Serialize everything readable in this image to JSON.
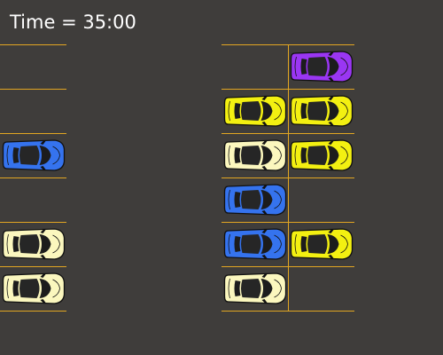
{
  "hud": {
    "timer": "Time = 35:00"
  },
  "colors": {
    "background": "#3f3d3b",
    "line": "#e2a622",
    "cars": {
      "blue": "#3573ee",
      "yellow": "#f3f011",
      "cream": "#fbf7be",
      "purple": "#9a36f3"
    }
  },
  "lot": {
    "left_section": {
      "rows": 6,
      "columns": 1,
      "cars": [
        {
          "row": 3,
          "col": 1,
          "color": "blue"
        },
        {
          "row": 5,
          "col": 1,
          "color": "cream"
        },
        {
          "row": 6,
          "col": 1,
          "color": "cream"
        }
      ]
    },
    "right_section": {
      "rows": 6,
      "columns": 2,
      "cars": [
        {
          "row": 1,
          "col": 2,
          "color": "purple"
        },
        {
          "row": 2,
          "col": 1,
          "color": "yellow"
        },
        {
          "row": 2,
          "col": 2,
          "color": "yellow"
        },
        {
          "row": 3,
          "col": 1,
          "color": "cream"
        },
        {
          "row": 3,
          "col": 2,
          "color": "yellow"
        },
        {
          "row": 4,
          "col": 1,
          "color": "blue"
        },
        {
          "row": 5,
          "col": 1,
          "color": "blue"
        },
        {
          "row": 5,
          "col": 2,
          "color": "yellow"
        },
        {
          "row": 6,
          "col": 1,
          "color": "cream"
        }
      ]
    }
  }
}
